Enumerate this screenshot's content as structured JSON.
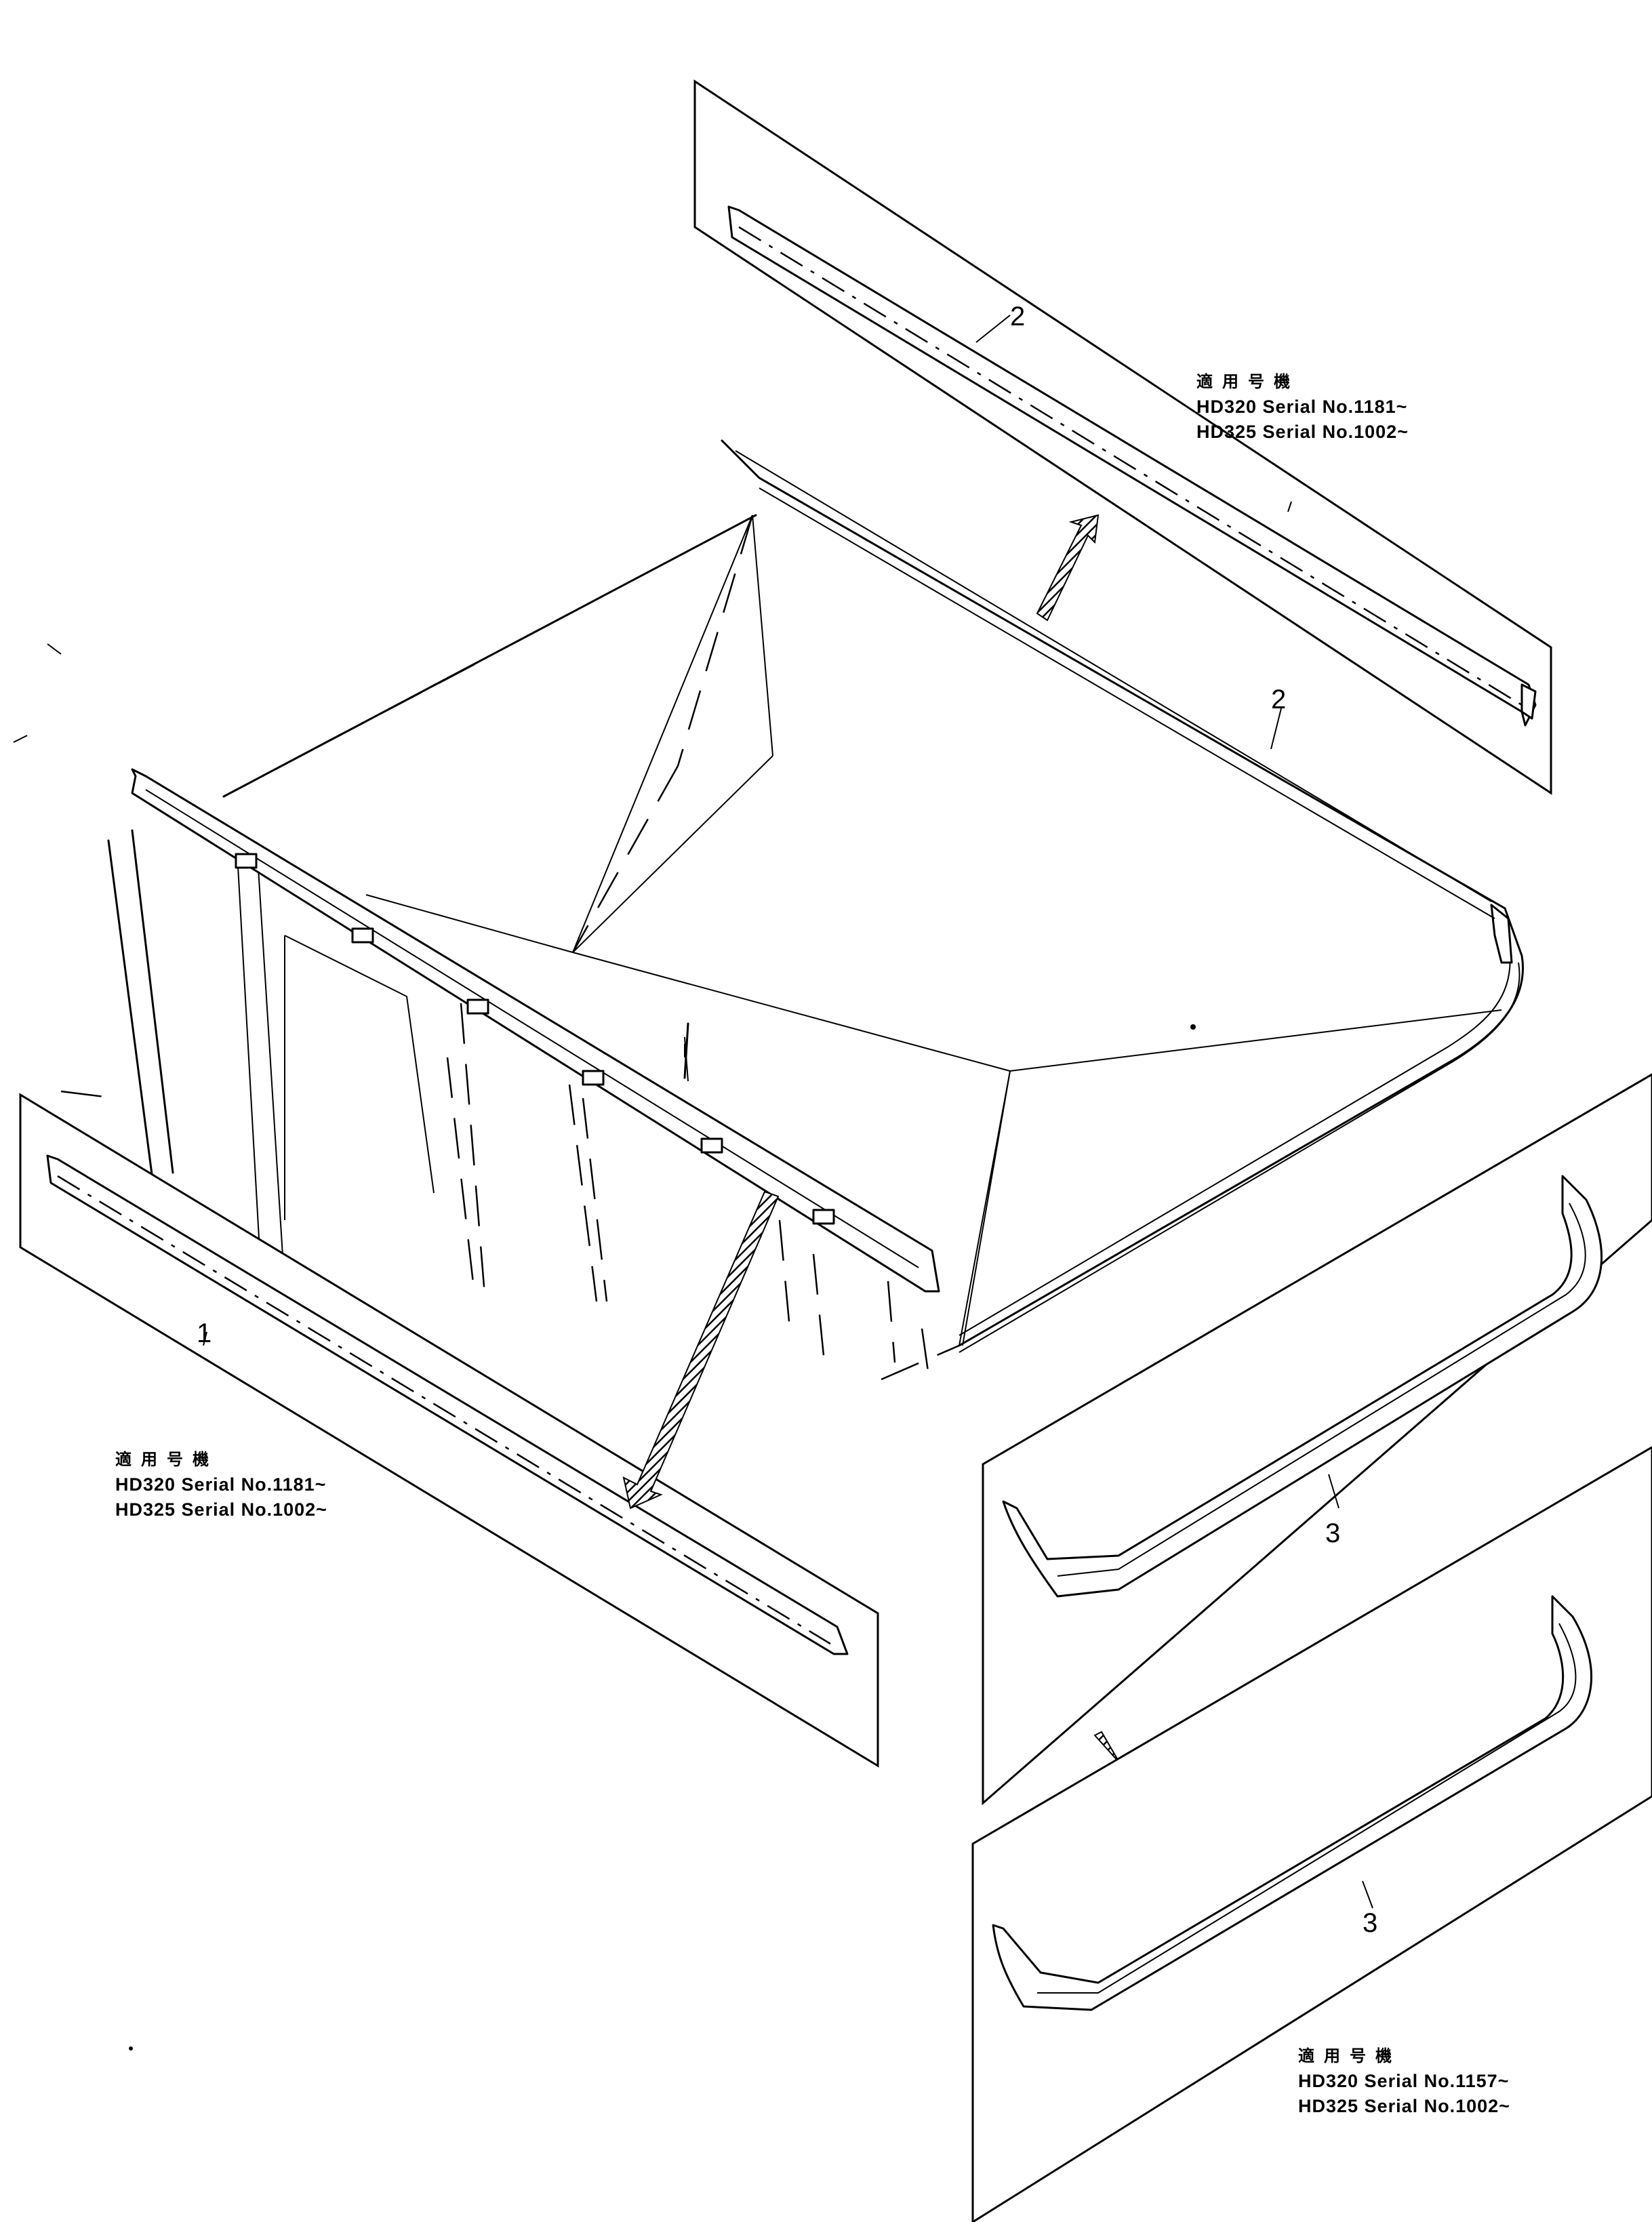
{
  "callouts": {
    "part1": "1",
    "part2_panel": "2",
    "part2_body": "2",
    "part3_upper": "3",
    "part3_lower": "3"
  },
  "applicability": [
    {
      "heading": "適用号機",
      "line1": "HD320 Serial No.1181~",
      "line2": "HD325 Serial No.1002~"
    },
    {
      "heading": "適用号機",
      "line1": "HD320 Serial No.1181~",
      "line2": "HD325 Serial No.1002~"
    },
    {
      "heading": "適用号機",
      "line1": "HD320 Serial No.1157~",
      "line2": "HD325 Serial No.1002~"
    }
  ]
}
